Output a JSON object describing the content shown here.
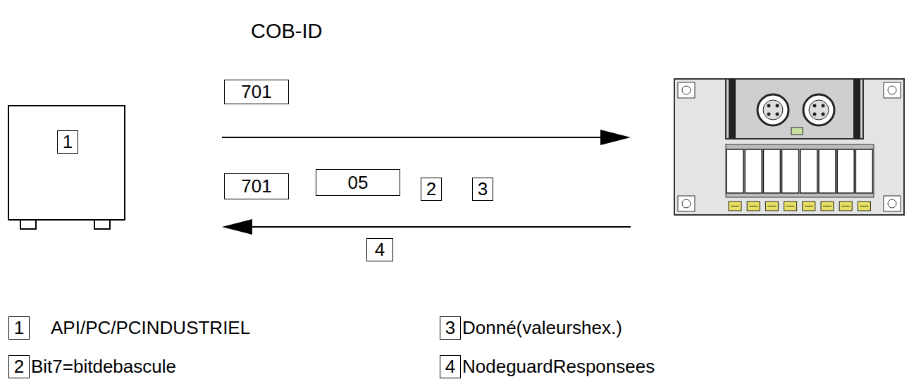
{
  "diagram": {
    "title": "COB-ID",
    "nodes": [
      {
        "text": [
          "701"
        ]
      },
      {
        "text": [
          "1"
        ]
      },
      {
        "text": [
          "701"
        ]
      },
      {
        "text": [
          "05"
        ]
      },
      {
        "text": [
          "2"
        ]
      },
      {
        "text": [
          "3"
        ]
      },
      {
        "text": [
          "4"
        ]
      },
      {
        "text": [
          "1"
        ]
      },
      {
        "text": [
          "3"
        ]
      },
      {
        "text": [
          "2"
        ]
      },
      {
        "text": [
          "4"
        ]
      }
    ],
    "labels": [
      "API/PC/PCINDUSTRIEL",
      "Donné(valeurshex.)",
      "Bit7=bitdebascule",
      "NodeguardResponsees"
    ]
  }
}
